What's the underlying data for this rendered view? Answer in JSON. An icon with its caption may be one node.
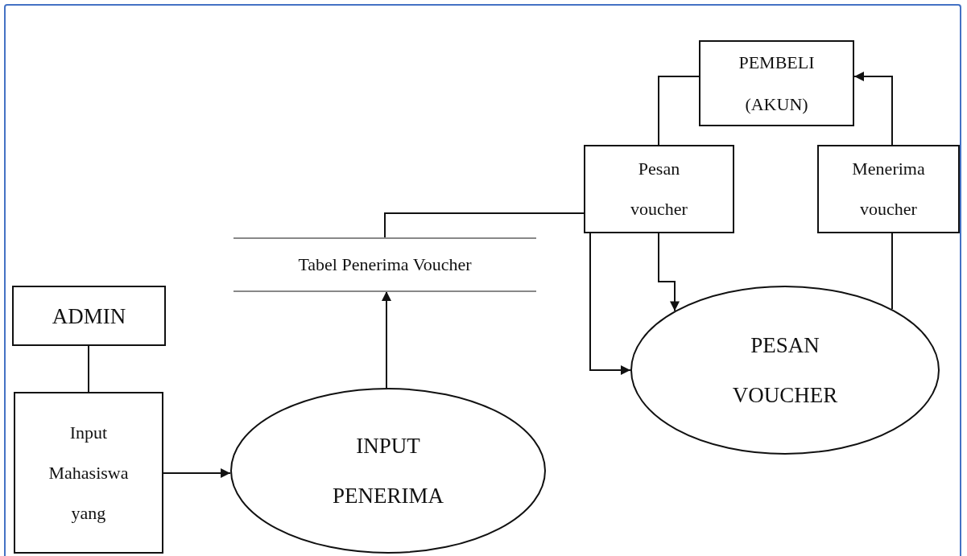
{
  "diagram": {
    "nodes": [
      {
        "text": [
          "PEMBELI (AKUN)"
        ]
      },
      {
        "text": [
          "Pesan voucher"
        ]
      },
      {
        "text": [
          "Menerima voucher"
        ]
      },
      {
        "text": [
          "Tabel Penerima Voucher"
        ]
      },
      {
        "text": [
          "ADMIN"
        ]
      },
      {
        "text": [
          "Input Mahasiswa yang"
        ]
      },
      {
        "text": [
          "PESAN VOUCHER"
        ]
      },
      {
        "text": [
          "INPUT PENERIMA"
        ]
      }
    ],
    "edges": [
      {
        "from": 4,
        "to": 5,
        "arrow": "none"
      },
      {
        "from": 5,
        "to": 7,
        "arrow": "to"
      },
      {
        "from": 7,
        "to": 3,
        "arrow": "to"
      },
      {
        "from": 3,
        "to": 1,
        "arrow": "none"
      },
      {
        "from": 1,
        "to": 0,
        "arrow": "none"
      },
      {
        "from": 1,
        "to": 6,
        "arrow": "to"
      },
      {
        "from": 1,
        "to": 6,
        "arrow": "to"
      },
      {
        "from": 6,
        "to": 2,
        "arrow": "none"
      },
      {
        "from": 2,
        "to": 0,
        "arrow": "to"
      }
    ]
  }
}
